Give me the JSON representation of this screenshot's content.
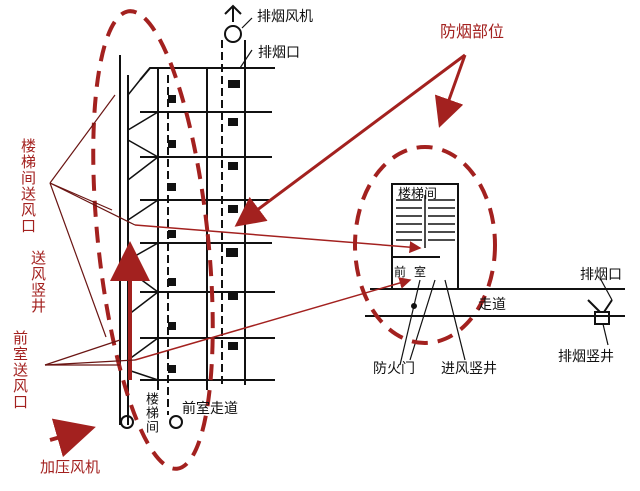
{
  "colors": {
    "accent": "#a3211f",
    "line": "#111111"
  },
  "labels": {
    "smoke_fan": "排烟风机",
    "smoke_outlet_top": "排烟口",
    "smoke_control_area": "防烟部位",
    "stair_supply_outlet": "楼梯间送风口",
    "supply_shaft": "送风竖井",
    "anteroom_supply_outlet": "前室送风口",
    "pressurization_fan": "加压风机",
    "stairwell_bottom": "楼梯间",
    "anteroom_corridor": "前室走道",
    "plan_stairwell": "楼梯间",
    "plan_anteroom": "前",
    "plan_anteroom_2": "室",
    "plan_corridor": "走道",
    "plan_smoke_outlet": "排烟口",
    "plan_smoke_shaft": "排烟竖井",
    "fire_door": "防火门",
    "intake_shaft": "进风竖井"
  }
}
